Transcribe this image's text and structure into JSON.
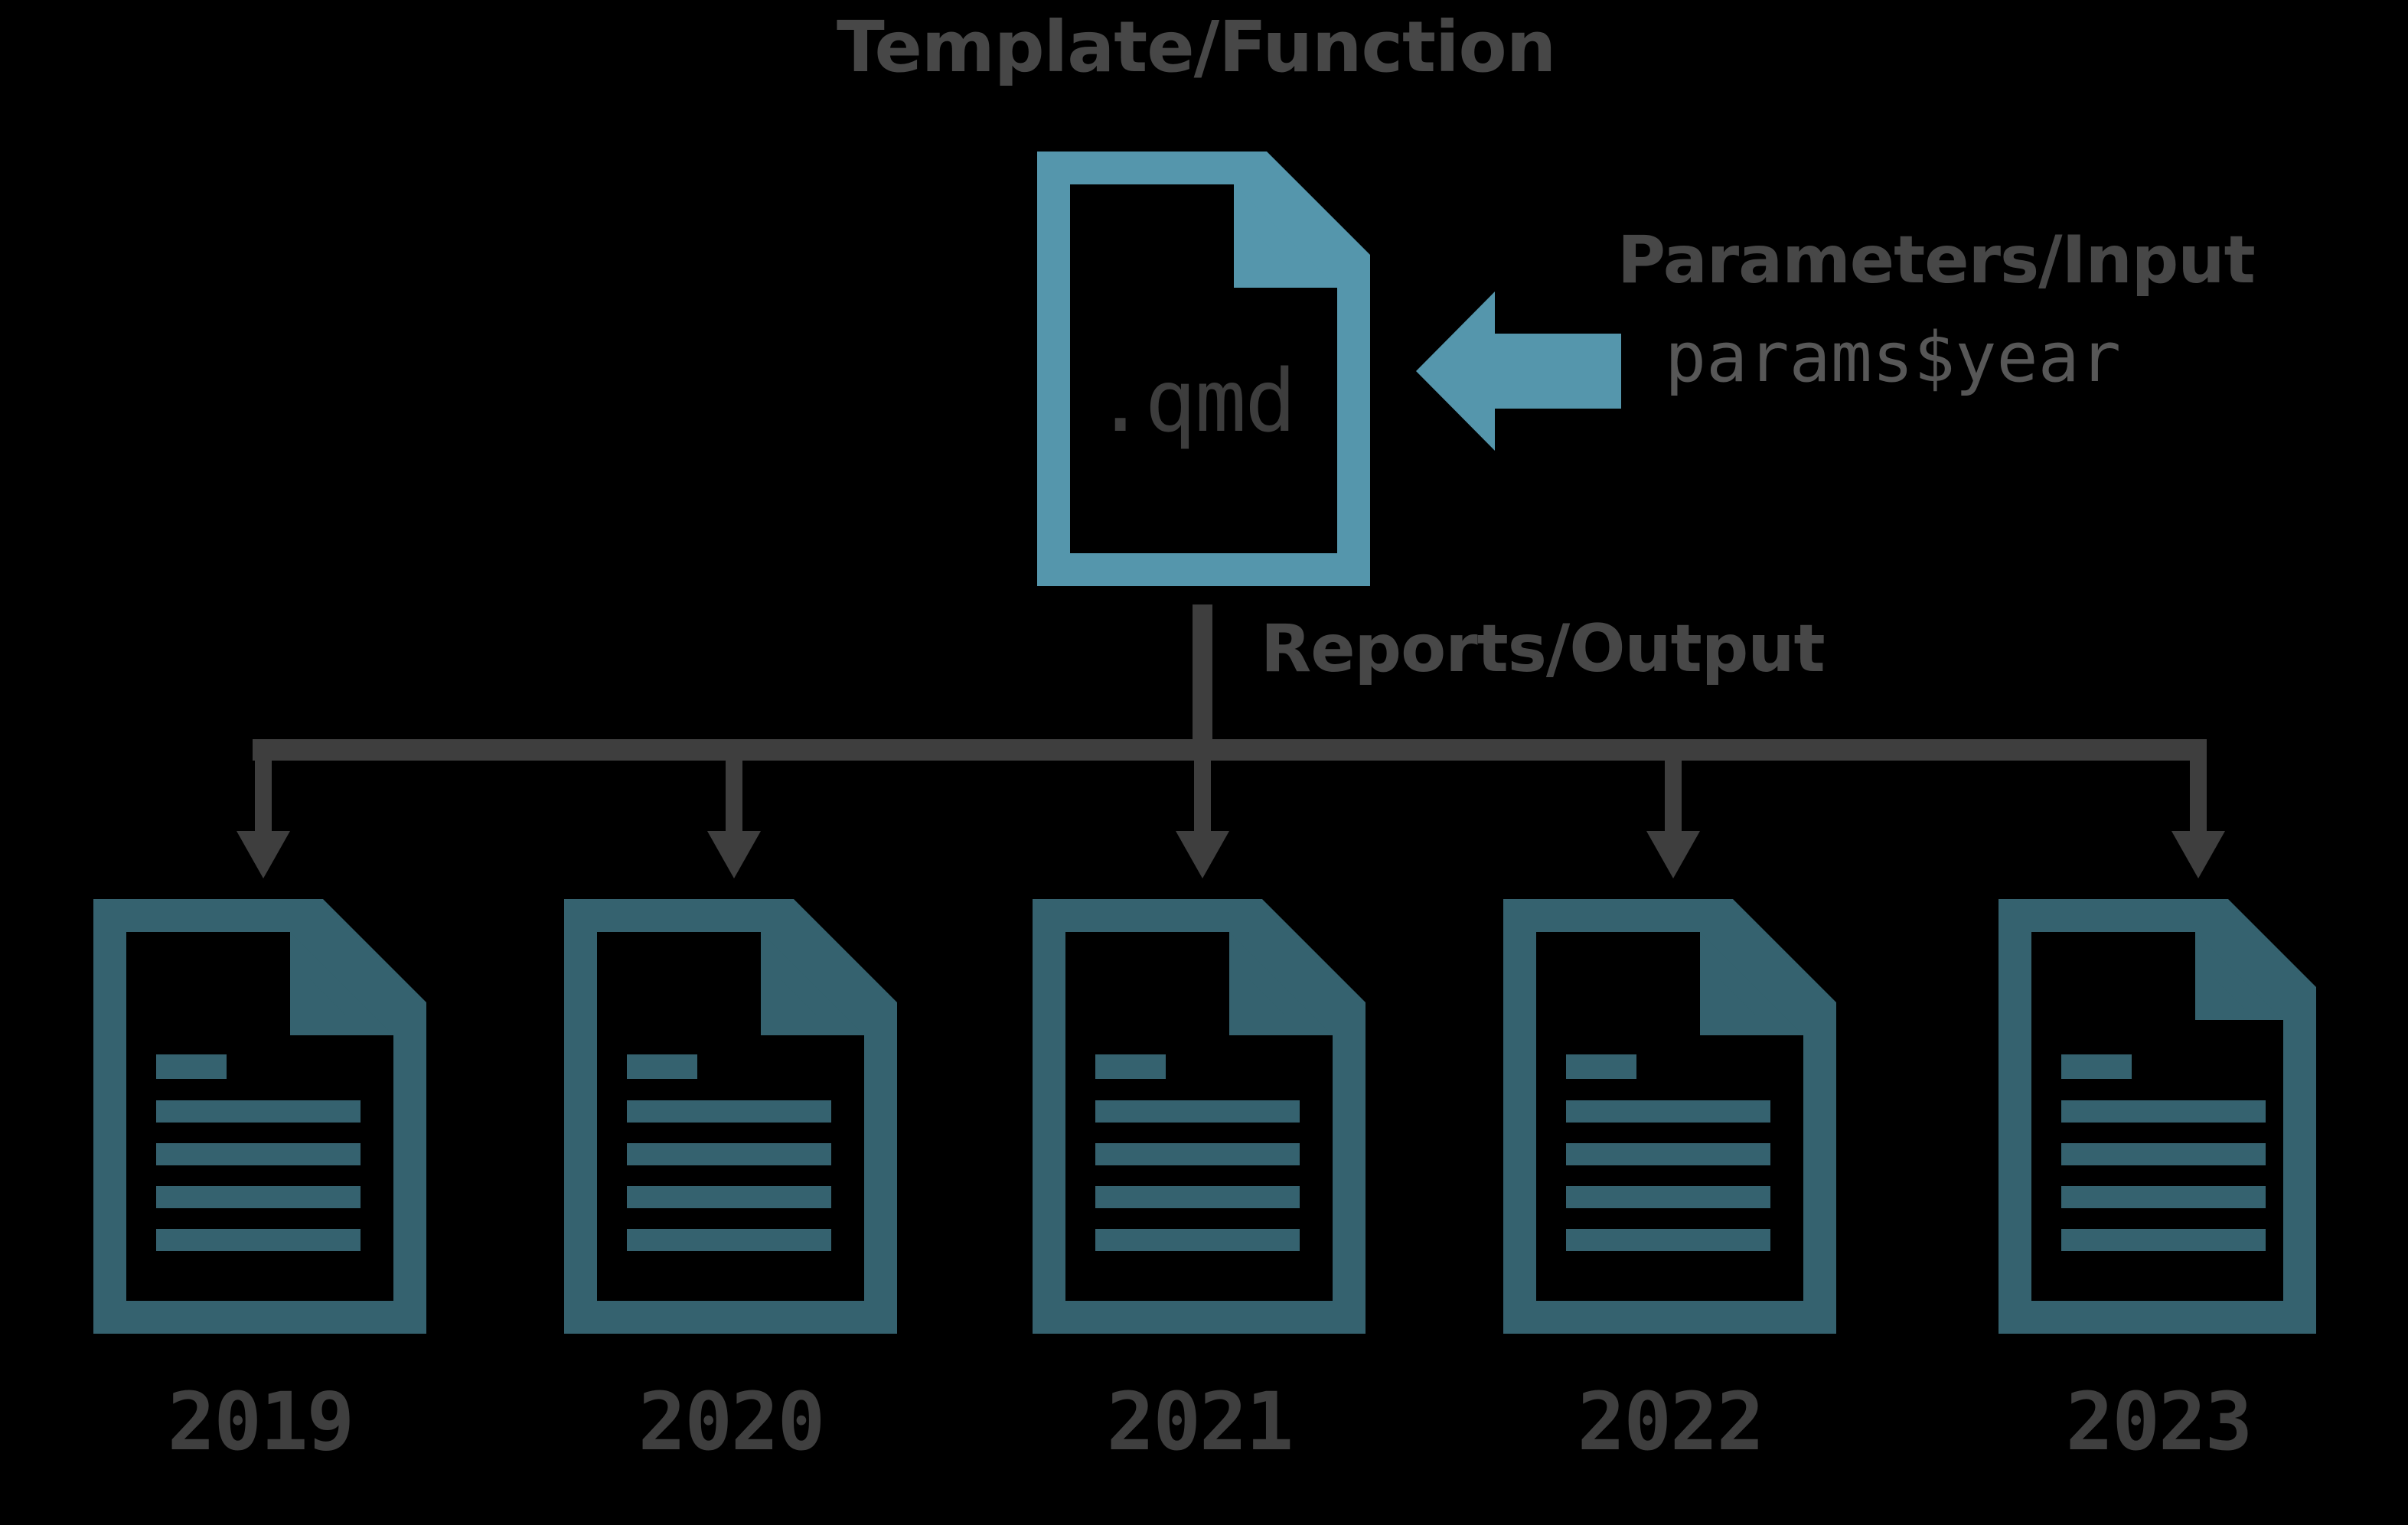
{
  "diagram": {
    "type": "flow-diagram",
    "background_color": "#000000",
    "title_color": "#474747",
    "template_icon_color": "#5596AC",
    "output_icon_color": "#35626F",
    "connector_color": "#3E3E3E",
    "arrow_color": "#5596AC"
  },
  "template": {
    "label": "Template/Function",
    "file_extension": ".qmd",
    "icon": "document-folded-corner-icon"
  },
  "parameters": {
    "label": "Parameters/Input",
    "code": "params$year",
    "arrow": "arrow-left-icon"
  },
  "output": {
    "label": "Reports/Output",
    "branch_count": 5,
    "reports": [
      {
        "year": "2019",
        "icon": "report-document-icon"
      },
      {
        "year": "2020",
        "icon": "report-document-icon"
      },
      {
        "year": "2021",
        "icon": "report-document-icon"
      },
      {
        "year": "2022",
        "icon": "report-document-icon"
      },
      {
        "year": "2023",
        "icon": "report-document-icon"
      }
    ]
  }
}
